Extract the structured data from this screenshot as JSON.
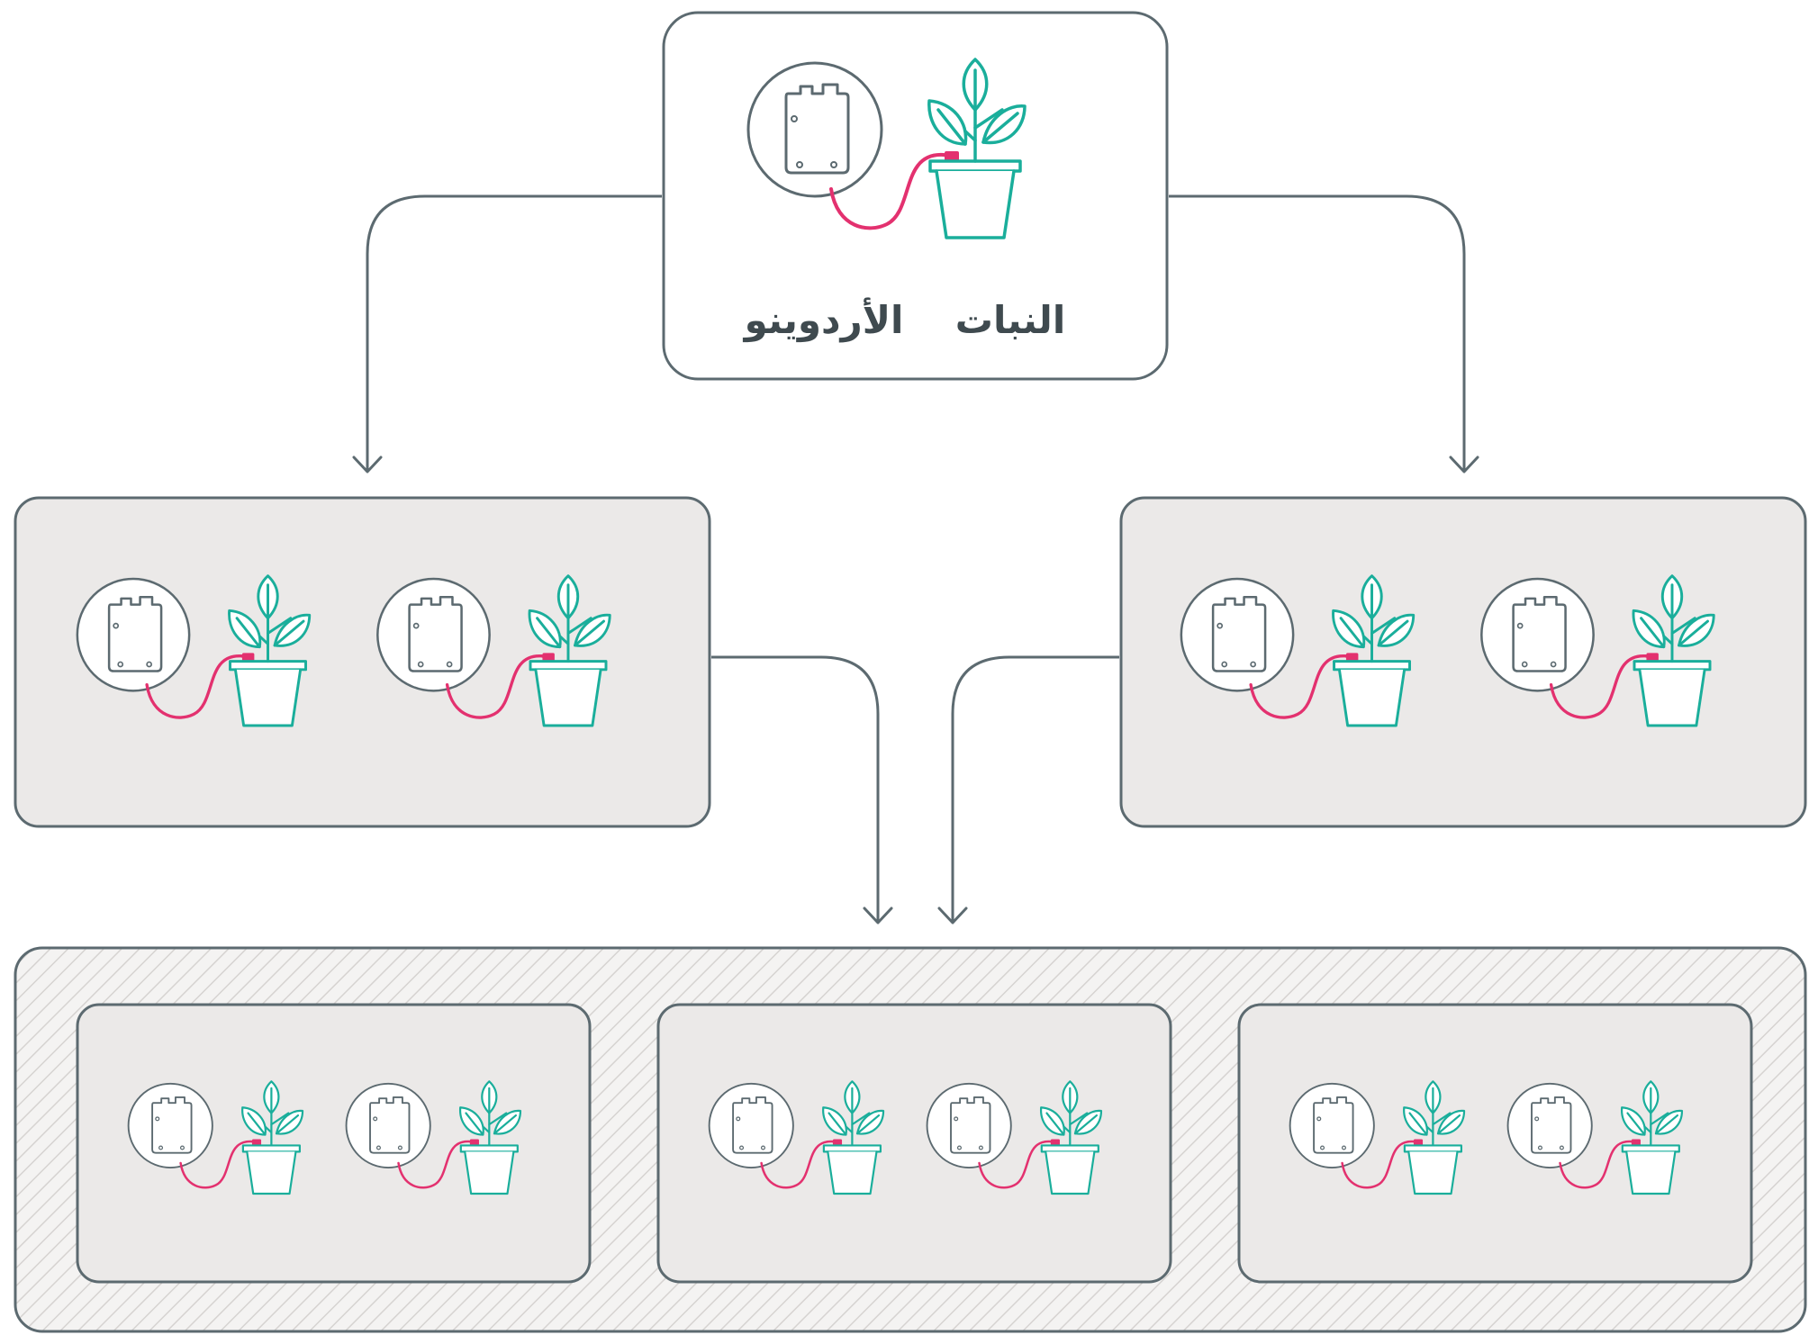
{
  "top_card": {
    "labels": {
      "plant": "النبات",
      "arduino": "الأردوينو"
    }
  },
  "structure": {
    "level1_units": 1,
    "level2_groups": 2,
    "level2_units_per_group": 2,
    "level3_groups": 3,
    "level3_units_per_group": 2
  },
  "colors": {
    "outline": "#5c6a70",
    "plant": "#1aae9b",
    "wire": "#e3316f",
    "panel": "#ebe9e8",
    "hatch_bg": "#f4f3f2",
    "hatch_line": "#d6d3d1",
    "background": "#ffffff"
  },
  "icons": [
    "arduino-board-icon",
    "potted-plant-icon",
    "wire-icon",
    "down-arrow-icon"
  ]
}
